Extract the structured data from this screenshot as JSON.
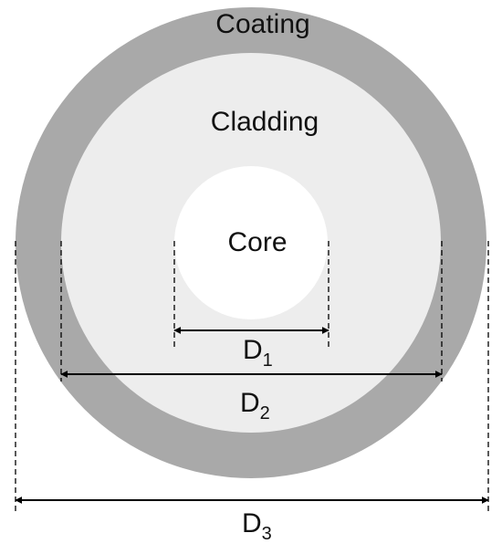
{
  "labels": {
    "coating": "Coating",
    "cladding": "Cladding",
    "core": "Core"
  },
  "dimensions": [
    {
      "letter": "D",
      "subscript": "1"
    },
    {
      "letter": "D",
      "subscript": "2"
    },
    {
      "letter": "D",
      "subscript": "3"
    }
  ],
  "colors": {
    "coating": "#a9a9a9",
    "cladding": "#ededed",
    "core": "#ffffff",
    "lines": "#000000"
  }
}
